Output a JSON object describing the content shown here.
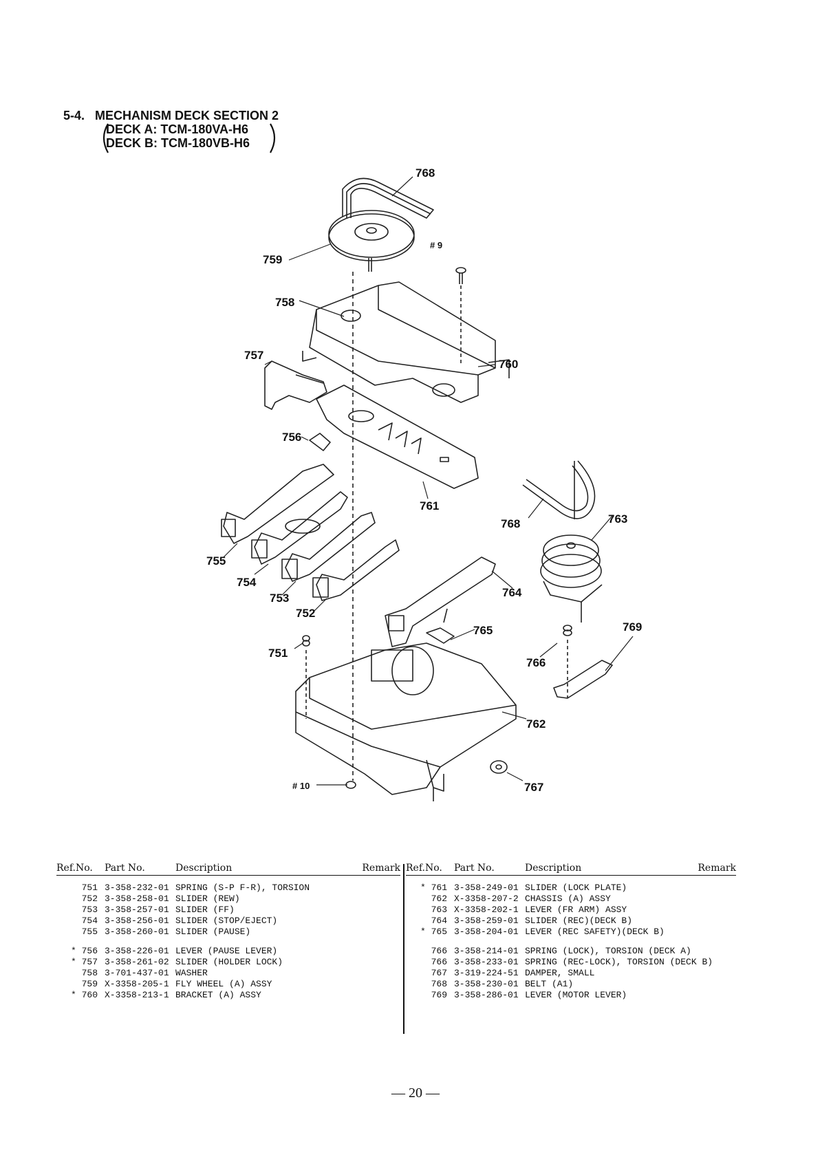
{
  "section": {
    "number": "5-4.",
    "title": "MECHANISM DECK SECTION 2",
    "deck_a": "DECK A: TCM-180VA-H6",
    "deck_b": "DECK B: TCM-180VB-H6"
  },
  "callouts": [
    "768",
    "759",
    "# 9",
    "758",
    "757",
    "760",
    "756",
    "761",
    "768",
    "763",
    "755",
    "754",
    "753",
    "752",
    "764",
    "765",
    "769",
    "751",
    "766",
    "762",
    "# 10",
    "767"
  ],
  "table_headers": {
    "ref": "Ref.No.",
    "part": "Part No.",
    "desc": "Description",
    "remark": "Remark"
  },
  "parts_left": [
    {
      "mark": "",
      "ref": "751",
      "part": "3-358-232-01",
      "desc": "SPRING (S-P F-R), TORSION"
    },
    {
      "mark": "",
      "ref": "752",
      "part": "3-358-258-01",
      "desc": "SLIDER (REW)"
    },
    {
      "mark": "",
      "ref": "753",
      "part": "3-358-257-01",
      "desc": "SLIDER (FF)"
    },
    {
      "mark": "",
      "ref": "754",
      "part": "3-358-256-01",
      "desc": "SLIDER (STOP/EJECT)"
    },
    {
      "mark": "",
      "ref": "755",
      "part": "3-358-260-01",
      "desc": "SLIDER (PAUSE)"
    },
    {
      "mark": "*",
      "ref": "756",
      "part": "3-358-226-01",
      "desc": "LEVER (PAUSE LEVER)"
    },
    {
      "mark": "*",
      "ref": "757",
      "part": "3-358-261-02",
      "desc": "SLIDER (HOLDER LOCK)"
    },
    {
      "mark": "",
      "ref": "758",
      "part": "3-701-437-01",
      "desc": "WASHER"
    },
    {
      "mark": "",
      "ref": "759",
      "part": "X-3358-205-1",
      "desc": "FLY WHEEL (A) ASSY"
    },
    {
      "mark": "*",
      "ref": "760",
      "part": "X-3358-213-1",
      "desc": "BRACKET (A) ASSY"
    }
  ],
  "parts_right": [
    {
      "mark": "*",
      "ref": "761",
      "part": "3-358-249-01",
      "desc": "SLIDER (LOCK PLATE)"
    },
    {
      "mark": "",
      "ref": "762",
      "part": "X-3358-207-2",
      "desc": "CHASSIS (A) ASSY"
    },
    {
      "mark": "",
      "ref": "763",
      "part": "X-3358-202-1",
      "desc": "LEVER (FR ARM) ASSY"
    },
    {
      "mark": "",
      "ref": "764",
      "part": "3-358-259-01",
      "desc": "SLIDER (REC)(DECK B)"
    },
    {
      "mark": "*",
      "ref": "765",
      "part": "3-358-204-01",
      "desc": "LEVER (REC SAFETY)(DECK B)"
    },
    {
      "mark": "",
      "ref": "766",
      "part": "3-358-214-01",
      "desc": "SPRING (LOCK), TORSION (DECK A)"
    },
    {
      "mark": "",
      "ref": "766",
      "part": "3-358-233-01",
      "desc": "SPRING (REC-LOCK), TORSION (DECK B)"
    },
    {
      "mark": "",
      "ref": "767",
      "part": "3-319-224-51",
      "desc": "DAMPER, SMALL"
    },
    {
      "mark": "",
      "ref": "768",
      "part": "3-358-230-01",
      "desc": "BELT (A1)"
    },
    {
      "mark": "",
      "ref": "769",
      "part": "3-358-286-01",
      "desc": "LEVER (MOTOR LEVER)"
    }
  ],
  "page_number": "— 20 —"
}
